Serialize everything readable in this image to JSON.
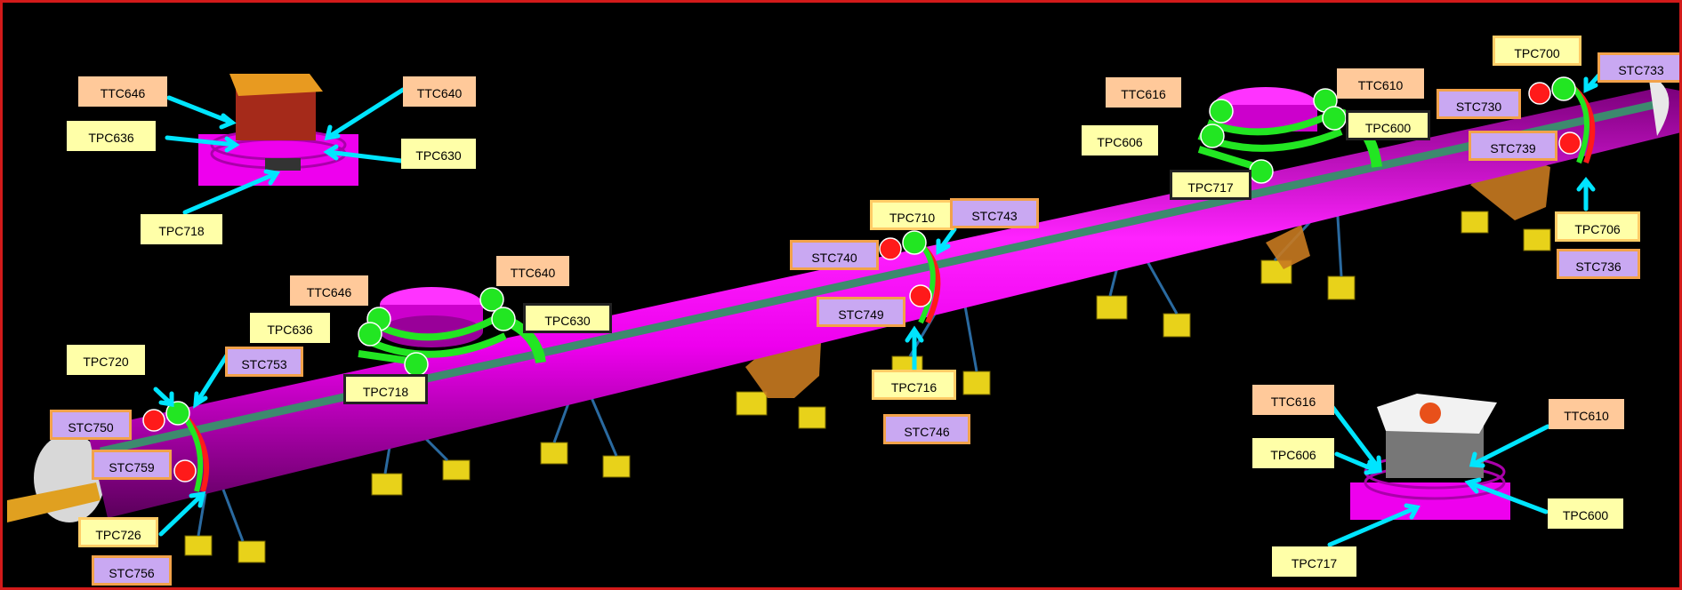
{
  "colors": {
    "frame": "#d21a1a",
    "background": "#000000",
    "pipe": "#ff00ff",
    "pipe_stripe": "#3d8a6e",
    "tpc_label": "#ffffa8",
    "ttc_label": "#ffc99a",
    "stc_label": "#c9a8f2",
    "arrow": "#00e5ff",
    "open_valve": "#22e622",
    "closed_valve": "#ff1a1a"
  },
  "labels": {
    "ttc646_top": "TTC646",
    "ttc640_top": "TTC640",
    "tpc636_top": "TPC636",
    "tpc630_top": "TPC630",
    "tpc718_top": "TPC718",
    "ttc646_mid": "TTC646",
    "ttc640_mid": "TTC640",
    "tpc636_mid": "TPC636",
    "tpc630_mid": "TPC630",
    "tpc718_mid": "TPC718",
    "tpc720": "TPC720",
    "stc753": "STC753",
    "stc750": "STC750",
    "stc759": "STC759",
    "tpc726": "TPC726",
    "stc756": "STC756",
    "tpc710": "TPC710",
    "stc743": "STC743",
    "stc740": "STC740",
    "stc749": "STC749",
    "tpc716": "TPC716",
    "stc746": "STC746",
    "ttc616_mid": "TTC616",
    "tpc606_mid": "TPC606",
    "ttc610_mid": "TTC610",
    "tpc600_mid": "TPC600",
    "tpc717_mid": "TPC717",
    "tpc700": "TPC700",
    "stc733": "STC733",
    "stc730": "STC730",
    "stc739": "STC739",
    "tpc706": "TPC706",
    "stc736": "STC736",
    "ttc616_inset": "TTC616",
    "tpc606_inset": "TPC606",
    "ttc610_inset": "TTC610",
    "tpc600_inset": "TPC600",
    "tpc717_inset": "TPC717"
  }
}
